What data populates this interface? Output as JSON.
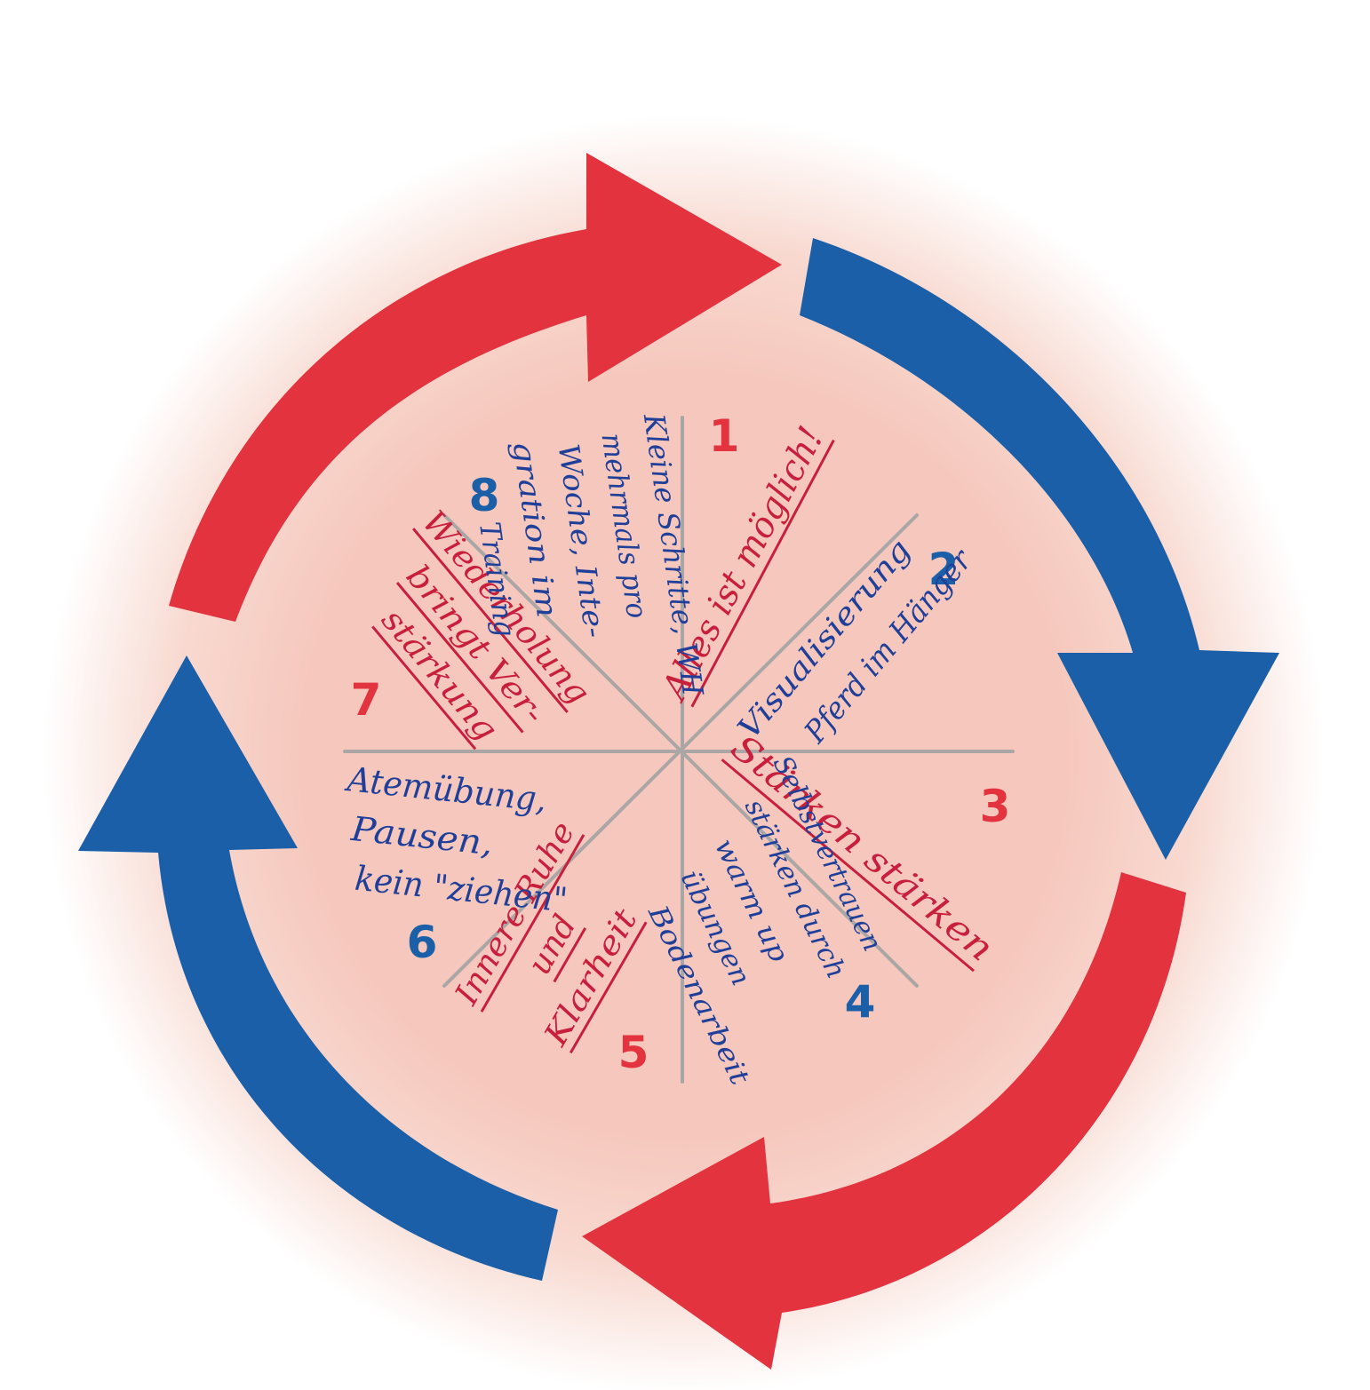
{
  "colors": {
    "red": "#e2333f",
    "blue": "#1a5fa8",
    "bg": "#f6c8bd",
    "divider": "#aaa6a6",
    "text_red": "#c8203c",
    "text_blue": "#1f3f99"
  },
  "segments": [
    {
      "number": "1",
      "number_color": "red",
      "lines": [
        "Alles ist möglich!"
      ],
      "text_color": "red"
    },
    {
      "number": "2",
      "number_color": "blue",
      "lines": [
        "Visualisierung",
        "Pferd im Hänger"
      ],
      "text_color": "blue"
    },
    {
      "number": "3",
      "number_color": "red",
      "lines": [
        "Stärken stärken"
      ],
      "text_color": "red"
    },
    {
      "number": "4",
      "number_color": "blue",
      "lines": [
        "Selbstvertrauen",
        "stärken durch",
        "warm up",
        "übungen",
        "Bodenarbeit"
      ],
      "text_color": "blue"
    },
    {
      "number": "5",
      "number_color": "red",
      "lines": [
        "Innere Ruhe",
        "und",
        "Klarheit"
      ],
      "text_color": "red"
    },
    {
      "number": "6",
      "number_color": "blue",
      "lines": [
        "Atemübung,",
        "Pausen,",
        "kein \"ziehen\""
      ],
      "text_color": "blue"
    },
    {
      "number": "7",
      "number_color": "red",
      "lines": [
        "Wiederholung",
        "bringt Ver-",
        "stärkung"
      ],
      "text_color": "red"
    },
    {
      "number": "8",
      "number_color": "blue",
      "lines": [
        "Kleine Schritte, WH",
        "mehrmals pro",
        "Woche, Inte-",
        "gration im",
        "Training"
      ],
      "text_color": "blue"
    }
  ]
}
